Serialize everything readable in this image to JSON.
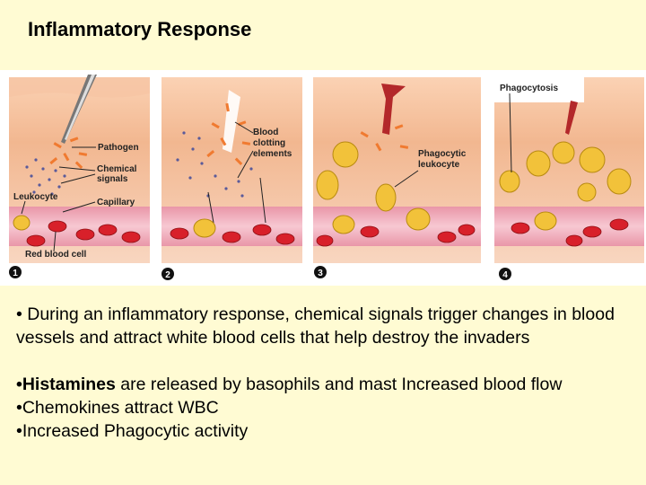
{
  "title": "Inflammatory Response",
  "figure": {
    "labels": {
      "pathogen": "Pathogen",
      "chemical_signals_1": "Chemical",
      "chemical_signals_2": "signals",
      "leukocyte": "Leukocyte",
      "capillary": "Capillary",
      "red_blood_cell": "Red blood cell",
      "blood_clotting_1": "Blood",
      "blood_clotting_2": "clotting",
      "blood_clotting_3": "elements",
      "phagocytic_1": "Phagocytic",
      "phagocytic_2": "leukocyte",
      "phagocytosis": "Phagocytosis"
    },
    "steps": [
      "1",
      "2",
      "3",
      "4"
    ],
    "colors": {
      "skin": "#f0b48c",
      "skin_top": "#fbd2b4",
      "vessel": "#f4b8c4",
      "rbc": "#d8202a",
      "leukocyte": "#f2c23a",
      "pathogen": "#f07a30",
      "signal": "#5a5a9a",
      "wound": "#b3282a"
    }
  },
  "body": {
    "paragraph": "• During an inflammatory response, chemical signals trigger changes in blood vessels and attract white blood cells that help destroy the invaders",
    "bullet1_bold": "•Histamines",
    "bullet1_rest": " are released by basophils and mast Increased blood flow",
    "bullet2": "•Chemokines attract WBC",
    "bullet3": "•Increased Phagocytic activity"
  }
}
